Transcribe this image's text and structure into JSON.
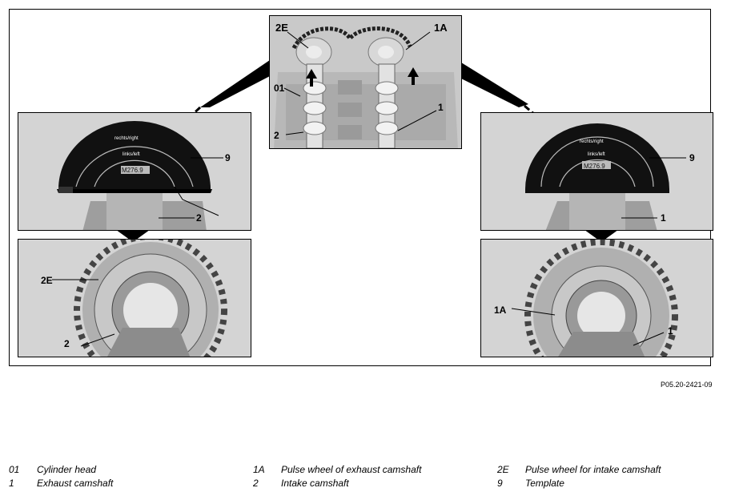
{
  "callouts": {
    "top": {
      "exhaust_pulse": "2E",
      "intake_pulse": "1A",
      "cyl_head": "01",
      "intake": "2",
      "exhaust": "1"
    },
    "left_top": {
      "template": "9",
      "intake": "2"
    },
    "left_bottom": {
      "exhaust_pulse": "2E",
      "intake": "2"
    },
    "right_top": {
      "template": "9",
      "exhaust": "1"
    },
    "right_bottom": {
      "intake_pulse": "1A",
      "exhaust": "1"
    }
  },
  "template_labels": {
    "top_arc": "rechts/right",
    "mid_arc": "links/left",
    "model": "M276.9"
  },
  "figure_ref": "P05.20-2421-09",
  "legend": [
    {
      "code": "01",
      "desc": "Cylinder head"
    },
    {
      "code": "1",
      "desc": "Exhaust camshaft"
    },
    {
      "code": "1A",
      "desc": "Pulse wheel of exhaust camshaft"
    },
    {
      "code": "2",
      "desc": "Intake camshaft"
    },
    {
      "code": "2E",
      "desc": "Pulse wheel for intake camshaft"
    },
    {
      "code": "9",
      "desc": "Template"
    }
  ]
}
